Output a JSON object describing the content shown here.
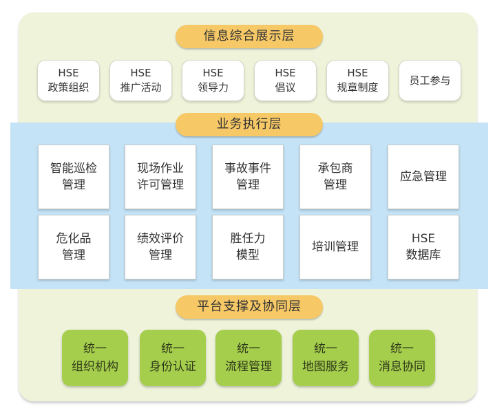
{
  "layers": {
    "info": {
      "title": "信息综合展示层",
      "items": [
        {
          "line1": "HSE",
          "line2": "政策组织"
        },
        {
          "line1": "HSE",
          "line2": "推广活动"
        },
        {
          "line1": "HSE",
          "line2": "领导力"
        },
        {
          "line1": "HSE",
          "line2": "倡议"
        },
        {
          "line1": "HSE",
          "line2": "规章制度"
        },
        {
          "line1": "员工参与",
          "line2": ""
        }
      ]
    },
    "business": {
      "title": "业务执行层",
      "items": [
        {
          "line1": "智能巡检",
          "line2": "管理"
        },
        {
          "line1": "现场作业",
          "line2": "许可管理"
        },
        {
          "line1": "事故事件",
          "line2": "管理"
        },
        {
          "line1": "承包商",
          "line2": "管理"
        },
        {
          "line1": "应急管理",
          "line2": ""
        },
        {
          "line1": "危化品",
          "line2": "管理"
        },
        {
          "line1": "绩效评价",
          "line2": "管理"
        },
        {
          "line1": "胜任力",
          "line2": "模型"
        },
        {
          "line1": "培训管理",
          "line2": ""
        },
        {
          "line1": "HSE",
          "line2": "数据库"
        }
      ]
    },
    "platform": {
      "title": "平台支撑及协同层",
      "items": [
        {
          "line1": "统一",
          "line2": "组织机构"
        },
        {
          "line1": "统一",
          "line2": "身份认证"
        },
        {
          "line1": "统一",
          "line2": "流程管理"
        },
        {
          "line1": "统一",
          "line2": "地图服务"
        },
        {
          "line1": "统一",
          "line2": "消息协同"
        }
      ]
    }
  },
  "colors": {
    "panel": "#eef3da",
    "band": "#c4e3f6",
    "title_pill": "#f6c866",
    "platform_box": "#a6ce4d"
  }
}
